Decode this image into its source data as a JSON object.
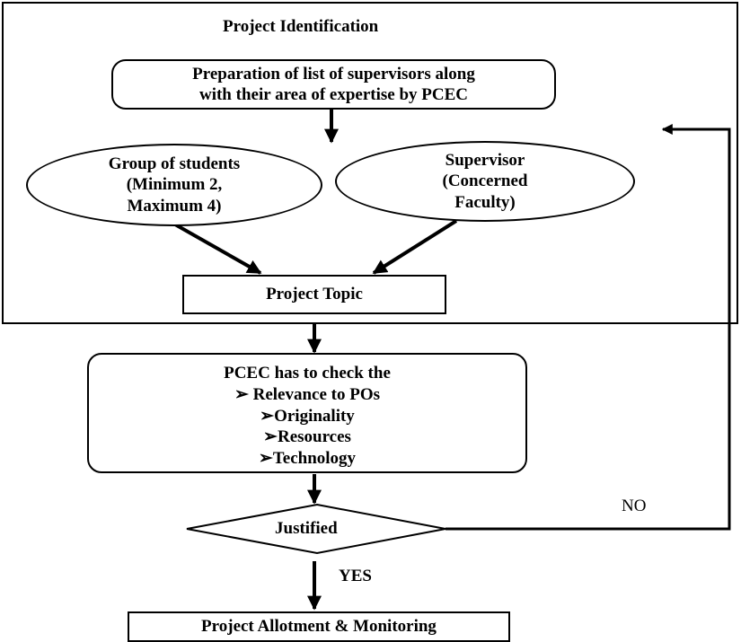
{
  "frame": {
    "title": "Project Identification"
  },
  "nodes": {
    "prep": {
      "line1": "Preparation of list of supervisors along",
      "line2": "with their area of expertise by PCEC"
    },
    "students": {
      "line1": "Group of students",
      "line2": "(Minimum 2,",
      "line3": "Maximum 4)"
    },
    "supervisor": {
      "line1": "Supervisor",
      "line2": "(Concerned",
      "line3": "Faculty)"
    },
    "topic": {
      "label": "Project Topic"
    },
    "check": {
      "heading": "PCEC has to check the",
      "bullet": "➢",
      "items": [
        "Relevance to POs",
        "Originality",
        "Resources",
        "Technology"
      ]
    },
    "decision": {
      "label": "Justified"
    },
    "allot": {
      "label": "Project Allotment & Monitoring"
    }
  },
  "edges": {
    "no_label": "NO",
    "yes_label": "YES"
  }
}
